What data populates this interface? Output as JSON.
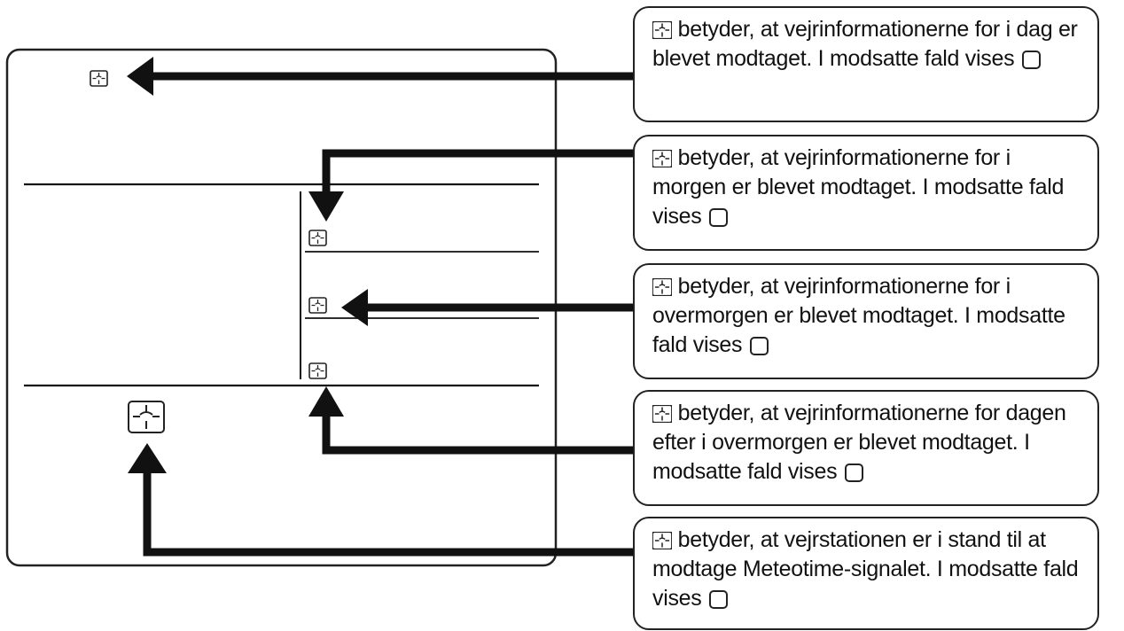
{
  "callouts": [
    {
      "id": "today",
      "before_text": "",
      "text": " betyder, at vejrinformationerne for i dag er blevet modtaget. I modsatte fald vises "
    },
    {
      "id": "tomorrow",
      "text": " betyder, at vejrinformationerne for i morgen er blevet modtaget. I modsatte fald vises "
    },
    {
      "id": "day-after-tomorrow",
      "text": " betyder, at vejrinformationerne for i overmorgen er blevet modtaget. I modsatte fald vises "
    },
    {
      "id": "third-day",
      "text": " betyder, at vejrinformationerne for dagen efter i overmorgen er blevet modtaget. I modsatte fald vises "
    },
    {
      "id": "signal",
      "text": " betyder, at vejrstationen er i stand til at modtage Meteotime-signalet. I modsatte fald vises "
    }
  ],
  "icons": {
    "reception": "reception-icon",
    "empty": "empty-box-icon"
  },
  "colors": {
    "line": "#111111",
    "border": "#222222",
    "background": "#ffffff"
  }
}
